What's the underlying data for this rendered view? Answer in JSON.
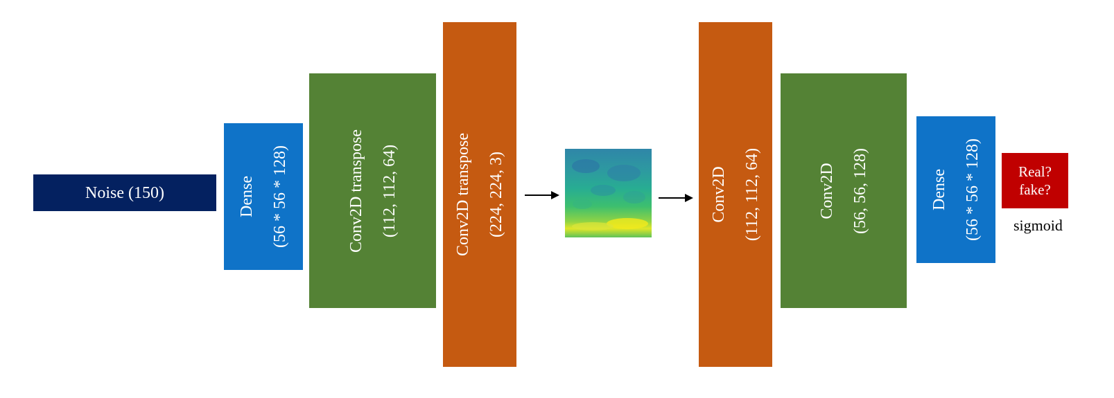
{
  "colors": {
    "noise": "#042160",
    "dense": "#0f73c8",
    "conv_transpose": "#548235",
    "conv_orange": "#c55a11",
    "output": "#c00000"
  },
  "noise": {
    "label": "Noise (150)"
  },
  "dense1": {
    "line1": "Dense",
    "line2": "(56 * 56 * 128)"
  },
  "convt1": {
    "line1": "Conv2D transpose",
    "line2": "(112, 112, 64)"
  },
  "convt2": {
    "line1": "Conv2D transpose",
    "line2": "(224, 224, 3)"
  },
  "conv1": {
    "line1": "Conv2D",
    "line2": "(112, 112, 64)"
  },
  "conv2": {
    "line1": "Conv2D",
    "line2": "(56, 56, 128)"
  },
  "dense2": {
    "line1": "Dense",
    "line2": "(56 * 56 * 128)"
  },
  "output": {
    "line1": "Real?",
    "line2": "fake?",
    "activation": "sigmoid"
  }
}
